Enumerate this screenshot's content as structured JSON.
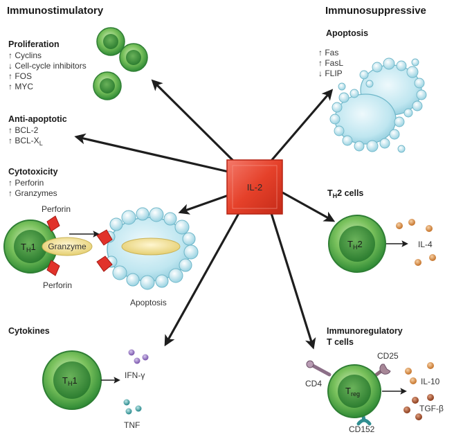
{
  "colors": {
    "green_cell": "#3a9a3f",
    "green_light": "#a7d88c",
    "cyan_cell": "#bfe7f0",
    "cyan_edge": "#6fb7c9",
    "il2_red": "#e5412a",
    "red_diamond": "#e1322a",
    "granzyme": "#f2e09a",
    "purple_dot": "#9b7ac4",
    "teal_dot": "#4fa5a8",
    "orange_dot": "#d48a45",
    "brown_dot": "#a2512e"
  },
  "icons": {
    "cd4": "receptor-stick-icon",
    "cd25": "wrench-receptor-icon",
    "cd152": "fork-receptor-icon"
  },
  "headers": {
    "left": "Immunostimulatory",
    "right": "Immunosuppressive"
  },
  "center": {
    "label": "IL-2"
  },
  "proliferation": {
    "title": "Proliferation",
    "items": [
      "↑ Cyclins",
      "↓ Cell-cycle inhibitors",
      "↑ FOS",
      "↑ MYC"
    ]
  },
  "anti_apoptotic": {
    "title": "Anti-apoptotic",
    "items": [
      "↑ BCL-2",
      "↑ BCL-X"
    ],
    "subscript": "L"
  },
  "cytotoxicity": {
    "title": "Cytotoxicity",
    "items": [
      "↑ Perforin",
      "↑ Granzymes"
    ],
    "perforin_top": "Perforin",
    "perforin_bottom": "Perforin",
    "granzyme": "Granzyme",
    "cell_main": "T",
    "cell_sub": "H",
    "cell_suffix": "1",
    "apoptosis": "Apoptosis"
  },
  "cytokines": {
    "title": "Cytokines",
    "cell_main": "T",
    "cell_sub": "H",
    "cell_suffix": "1",
    "ifn": "IFN-γ",
    "tnf": "TNF"
  },
  "apoptosis_right": {
    "title": "Apoptosis",
    "items": [
      "↑ Fas",
      "↑ FasL",
      "↓ FLIP"
    ]
  },
  "th2": {
    "title_main": "T",
    "title_sub": "H",
    "title_suffix": "2 cells",
    "cell_main": "T",
    "cell_sub": "H",
    "cell_suffix": "2",
    "output": "IL-4"
  },
  "treg": {
    "title_line1": "Immunoregulatory",
    "title_line2": "T cells",
    "cell_main": "T",
    "cell_sub": "reg",
    "cd25": "CD25",
    "cd4": "CD4",
    "cd152": "CD152",
    "il10": "IL-10",
    "tgf": "TGF-β"
  }
}
